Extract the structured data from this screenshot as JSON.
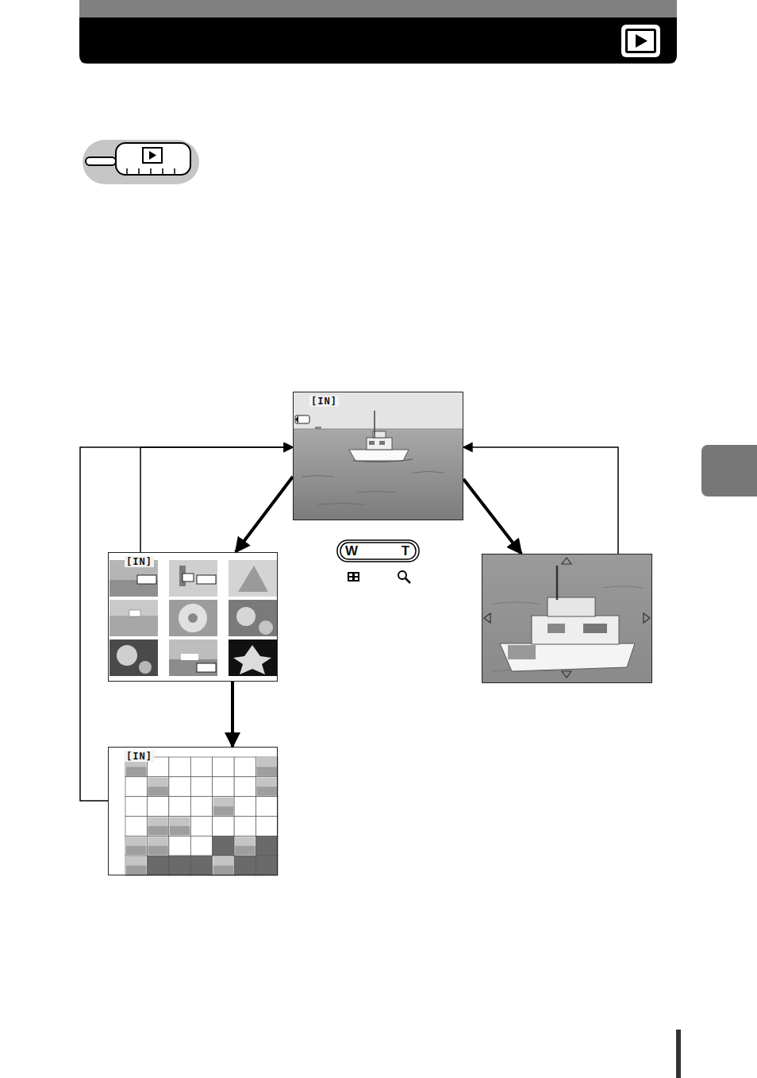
{
  "diagram": {
    "nodes": [
      {
        "text": [
          "[IN]"
        ]
      },
      {
        "text": [
          "[IN]"
        ]
      },
      {
        "text": []
      },
      {
        "text": [
          "[IN]"
        ]
      }
    ],
    "edges": [
      {
        "from": 0,
        "to": 1,
        "arrow": "to"
      },
      {
        "from": 1,
        "to": 3,
        "arrow": "to"
      },
      {
        "from": 3,
        "to": 0,
        "arrow": "to"
      },
      {
        "from": 1,
        "to": 0,
        "arrow": "to"
      },
      {
        "from": 0,
        "to": 2,
        "arrow": "to"
      },
      {
        "from": 2,
        "to": 0,
        "arrow": "to"
      }
    ],
    "labels": [
      "W",
      "T"
    ]
  }
}
